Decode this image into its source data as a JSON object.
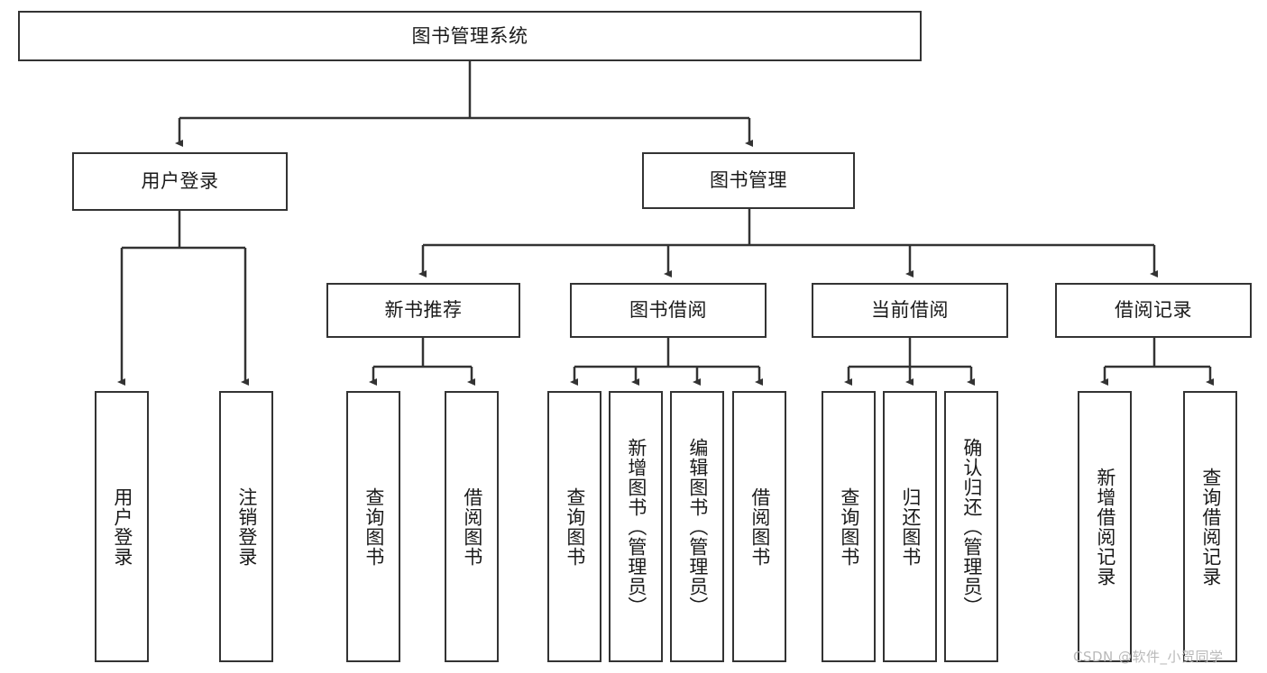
{
  "diagram": {
    "title": "图书管理系统",
    "type": "tree-hierarchy-chart",
    "background_color": "#ffffff",
    "box_border_color": "#333333",
    "edge_color": "#333333",
    "text_color": "#1a1a1a"
  },
  "nodes": {
    "root": {
      "label": "图书管理系统"
    },
    "level1": [
      {
        "id": "user-login",
        "label": "用户登录"
      },
      {
        "id": "book-manage",
        "label": "图书管理"
      }
    ],
    "level2": [
      {
        "id": "new-book-recommend",
        "label": "新书推荐"
      },
      {
        "id": "book-borrow",
        "label": "图书借阅"
      },
      {
        "id": "current-borrow",
        "label": "当前借阅"
      },
      {
        "id": "borrow-record",
        "label": "借阅记录"
      }
    ],
    "leaves": {
      "user-login": [
        {
          "id": "leaf-user-login",
          "label": "用户登录"
        },
        {
          "id": "leaf-logout-login",
          "label": "注销登录"
        }
      ],
      "new-book-recommend": [
        {
          "id": "leaf-query-book-1",
          "label": "查询图书"
        },
        {
          "id": "leaf-borrow-book-1",
          "label": "借阅图书"
        }
      ],
      "book-borrow": [
        {
          "id": "leaf-query-book-2",
          "label": "查询图书"
        },
        {
          "id": "leaf-add-book",
          "label": "新增图书（管理员）"
        },
        {
          "id": "leaf-edit-book",
          "label": "编辑图书（管理员）"
        },
        {
          "id": "leaf-borrow-book-2",
          "label": "借阅图书"
        }
      ],
      "current-borrow": [
        {
          "id": "leaf-query-book-3",
          "label": "查询图书"
        },
        {
          "id": "leaf-return-book",
          "label": "归还图书"
        },
        {
          "id": "leaf-confirm-return",
          "label": "确认归还（管理员）"
        }
      ],
      "borrow-record": [
        {
          "id": "leaf-add-record",
          "label": "新增借阅记录"
        },
        {
          "id": "leaf-query-record",
          "label": "查询借阅记录"
        }
      ]
    }
  },
  "watermark": {
    "text": "CSDN @软件_小贺同学"
  }
}
